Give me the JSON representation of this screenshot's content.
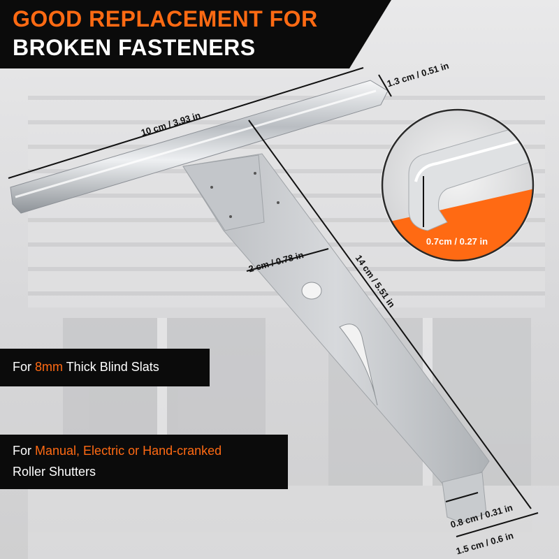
{
  "headline": {
    "line1": "GOOD REPLACEMENT FOR",
    "line2": "BROKEN FASTENERS"
  },
  "features": [
    {
      "prefix": "For ",
      "highlight": "8mm",
      "suffix": " Thick Blind Slats"
    },
    {
      "prefix": "For ",
      "highlight": "Manual, Electric or Hand-cranked",
      "line2": "Roller Shutters"
    }
  ],
  "dimensions": {
    "rod_length": "10 cm / 3.93 in",
    "rod_height": "1.3 cm / 0.51 in",
    "strap_length": "14 cm / 5.51 in",
    "strap_width": "2 cm / 0.78 in",
    "tab_width": "0.8 cm / 0.31 in",
    "tip_width": "1.5 cm / 0.6 in",
    "profile_thickness": "0.7cm / 0.27 in"
  },
  "colors": {
    "accent": "#ff6a13",
    "banner": "#0b0b0b",
    "metal": "#c9ccd0"
  }
}
